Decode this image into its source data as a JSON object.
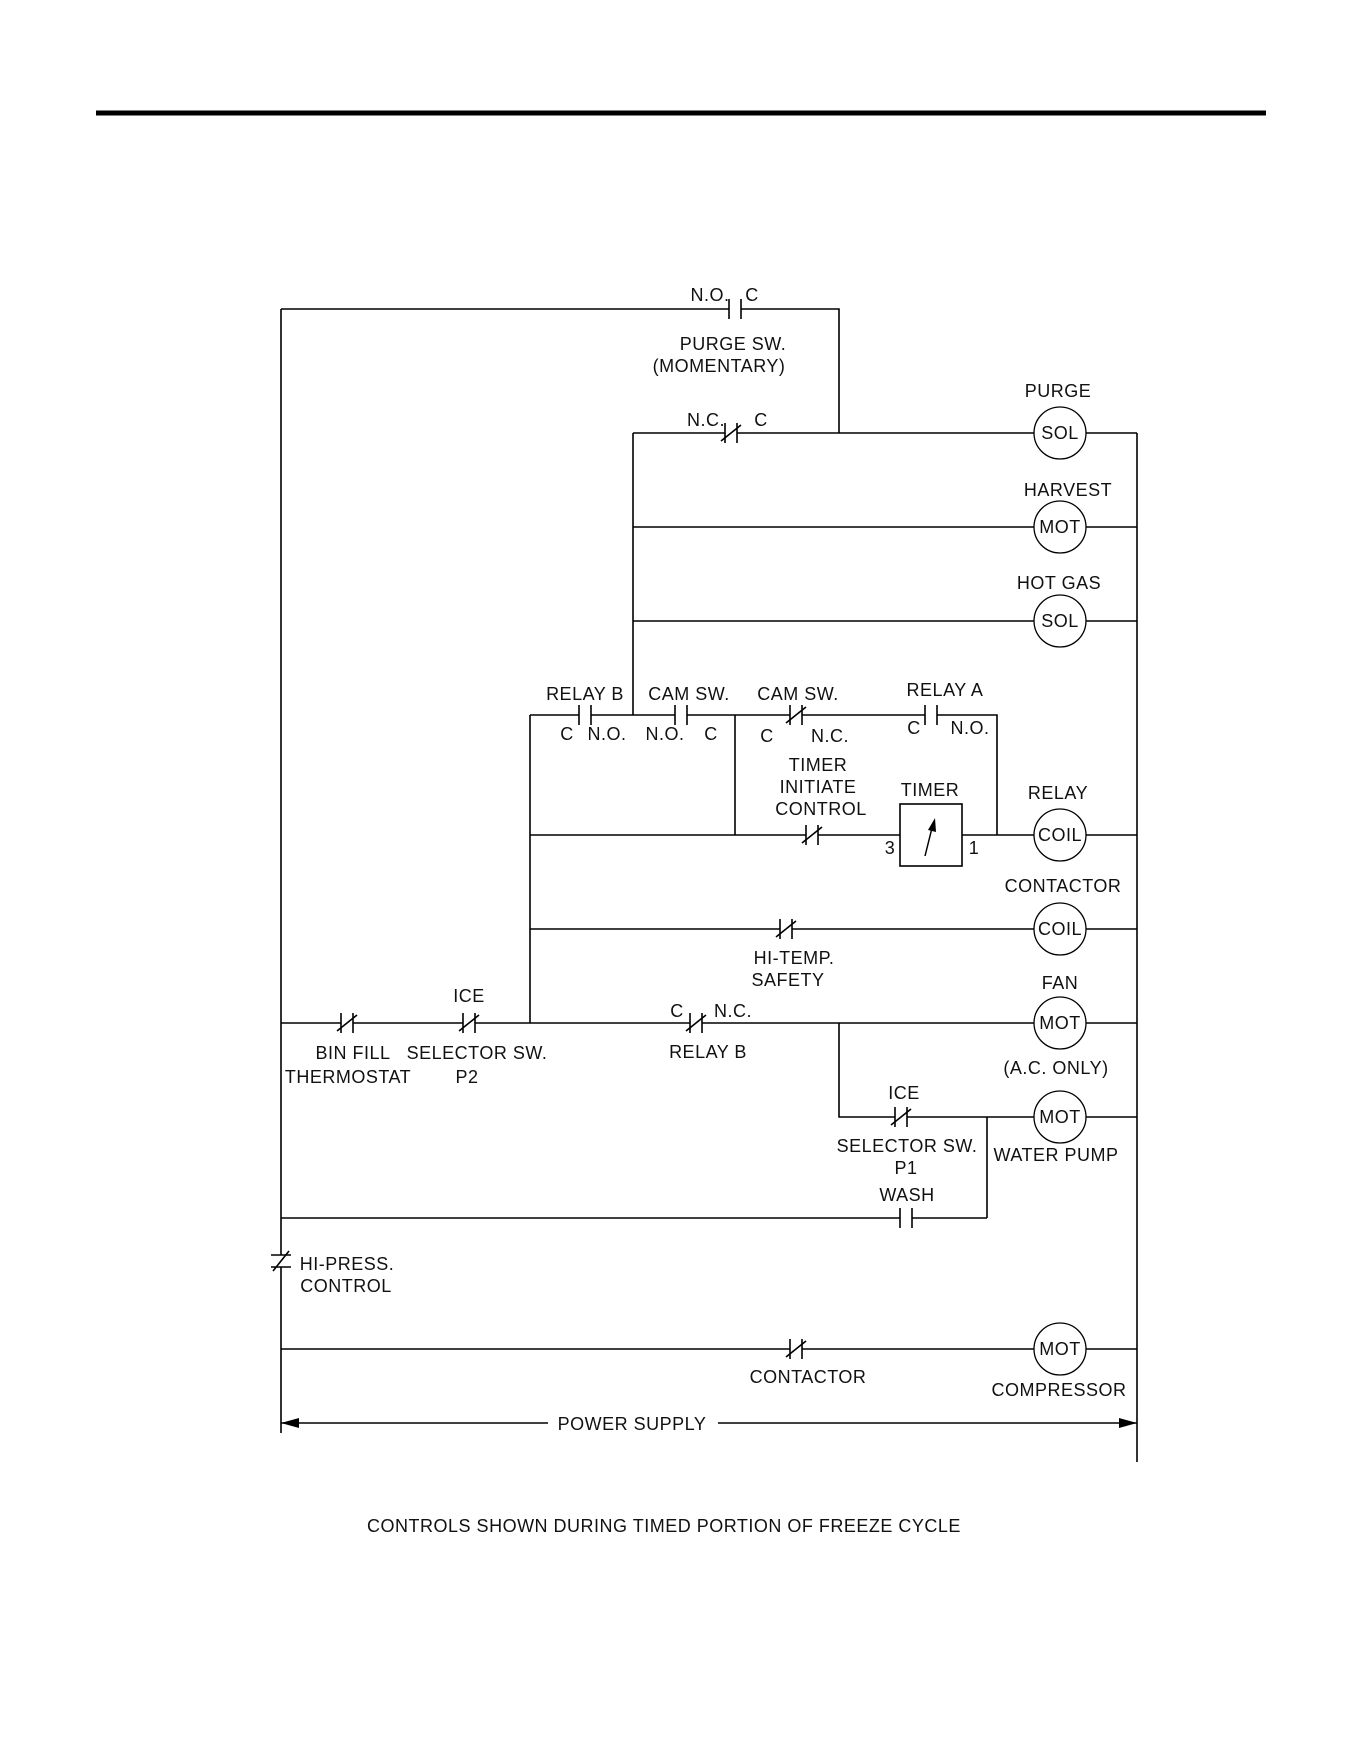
{
  "loads": {
    "purge": {
      "label": "PURGE",
      "symbol": "SOL"
    },
    "harvest": {
      "label": "HARVEST",
      "symbol": "MOT"
    },
    "hot_gas": {
      "label": "HOT GAS",
      "symbol": "SOL"
    },
    "relay": {
      "label": "RELAY",
      "symbol": "COIL"
    },
    "contactor": {
      "label": "CONTACTOR",
      "symbol": "COIL"
    },
    "fan": {
      "label": "FAN",
      "symbol": "MOT",
      "note": "(A.C. ONLY)"
    },
    "water_pump": {
      "label": "WATER PUMP",
      "symbol": "MOT"
    },
    "compressor": {
      "label": "COMPRESSOR",
      "symbol": "MOT"
    }
  },
  "contacts": {
    "purge_sw": {
      "term_left": "N.O.",
      "term_right": "C",
      "line1": "PURGE SW.",
      "line2": "(MOMENTARY)"
    },
    "purge_nc": {
      "term_left": "N.C.",
      "term_right": "C"
    },
    "relay_b_top": {
      "label": "RELAY B",
      "term_left": "C",
      "term_right": "N.O."
    },
    "cam_sw_no": {
      "label": "CAM SW.",
      "term_left": "N.O.",
      "term_right": "C"
    },
    "cam_sw_nc": {
      "label": "CAM SW.",
      "term_left": "C",
      "term_right": "N.C."
    },
    "relay_a": {
      "label": "RELAY A",
      "term_left": "C",
      "term_right": "N.O."
    },
    "timer_initiate": {
      "line1": "TIMER",
      "line2": "INITIATE",
      "line3": "CONTROL"
    },
    "timer": {
      "label": "TIMER",
      "term_left": "3",
      "term_right": "1"
    },
    "hi_temp": {
      "line1": "HI-TEMP.",
      "line2": "SAFETY"
    },
    "bin_fill": {
      "line1": "BIN FILL",
      "line2": "THERMOSTAT"
    },
    "ice_sel_p2": {
      "top": "ICE",
      "line1": "SELECTOR SW.",
      "line2": "P2"
    },
    "relay_b_nc": {
      "term_left": "C",
      "term_right": "N.C.",
      "label": "RELAY B"
    },
    "ice_sel_p1": {
      "top": "ICE",
      "line1": "SELECTOR SW.",
      "line2": "P1"
    },
    "wash": {
      "label": "WASH"
    },
    "hi_press": {
      "line1": "HI-PRESS.",
      "line2": "CONTROL"
    },
    "contactor_contact": {
      "label": "CONTACTOR"
    }
  },
  "power_supply": "POWER SUPPLY",
  "caption": "CONTROLS SHOWN DURING TIMED PORTION OF FREEZE CYCLE"
}
